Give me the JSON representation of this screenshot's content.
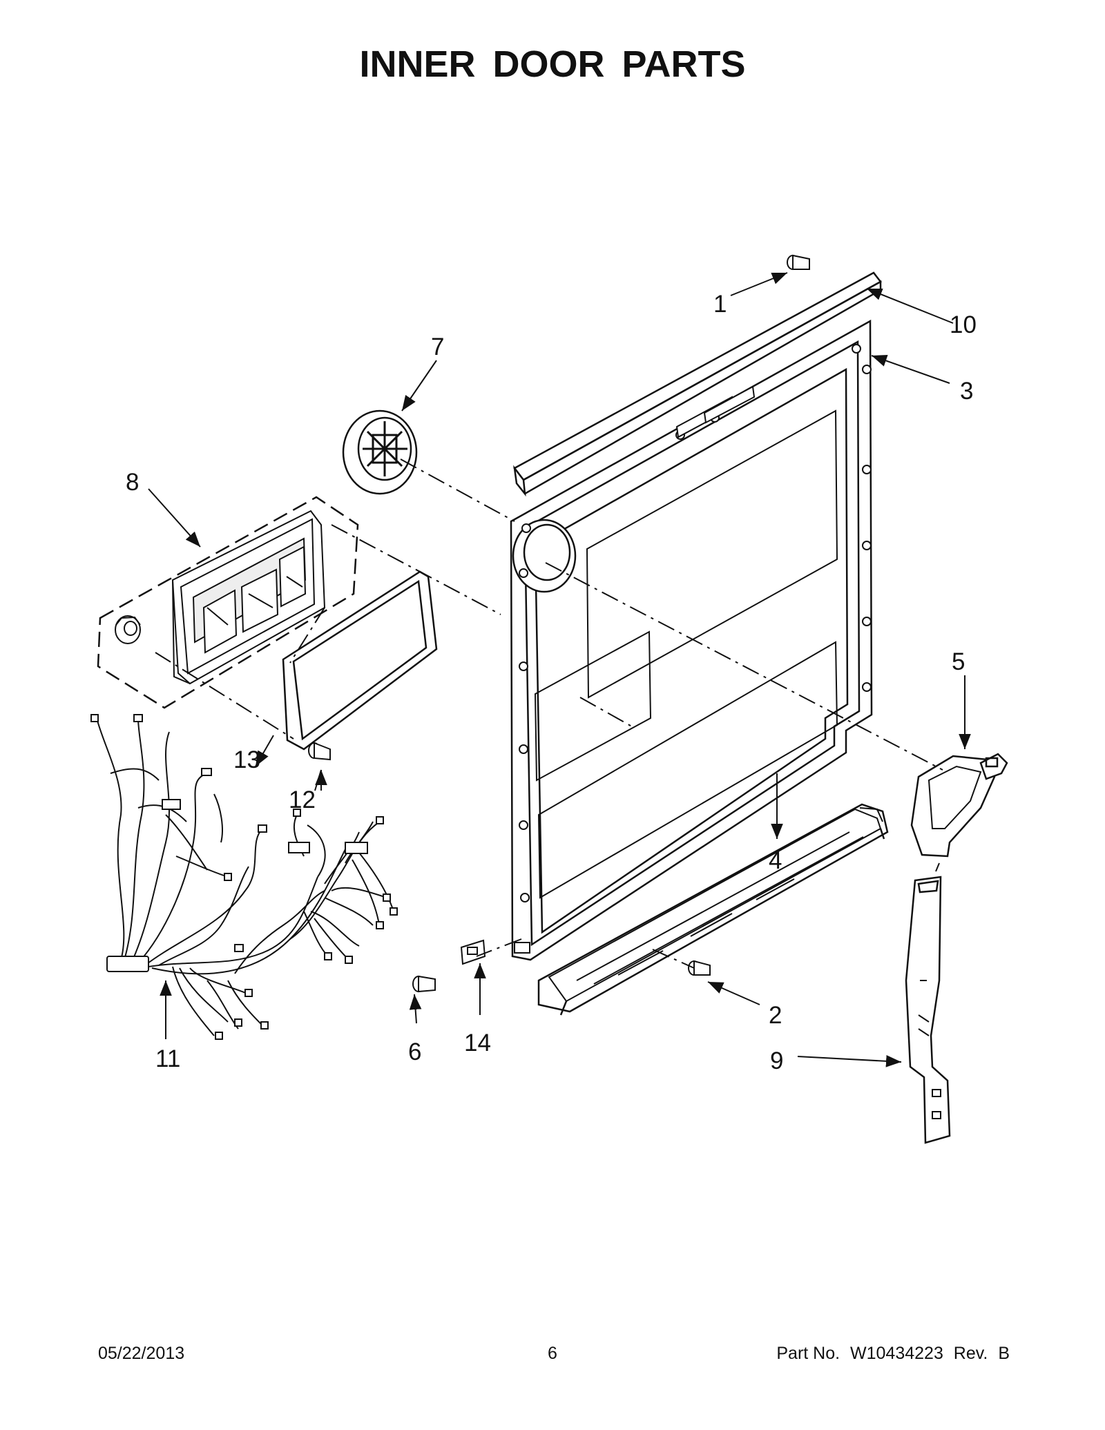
{
  "title": "INNER DOOR PARTS",
  "callouts": {
    "c1": "1",
    "c2": "2",
    "c3": "3",
    "c4": "4",
    "c5": "5",
    "c6": "6",
    "c7": "7",
    "c8": "8",
    "c9": "9",
    "c10": "10",
    "c11": "11",
    "c12": "12",
    "c13": "13",
    "c14": "14"
  },
  "footer": {
    "date": "05/22/2013",
    "page": "6",
    "part_label": "Part No.",
    "part_number": "W10434223",
    "rev_label": "Rev.",
    "rev": "B"
  }
}
